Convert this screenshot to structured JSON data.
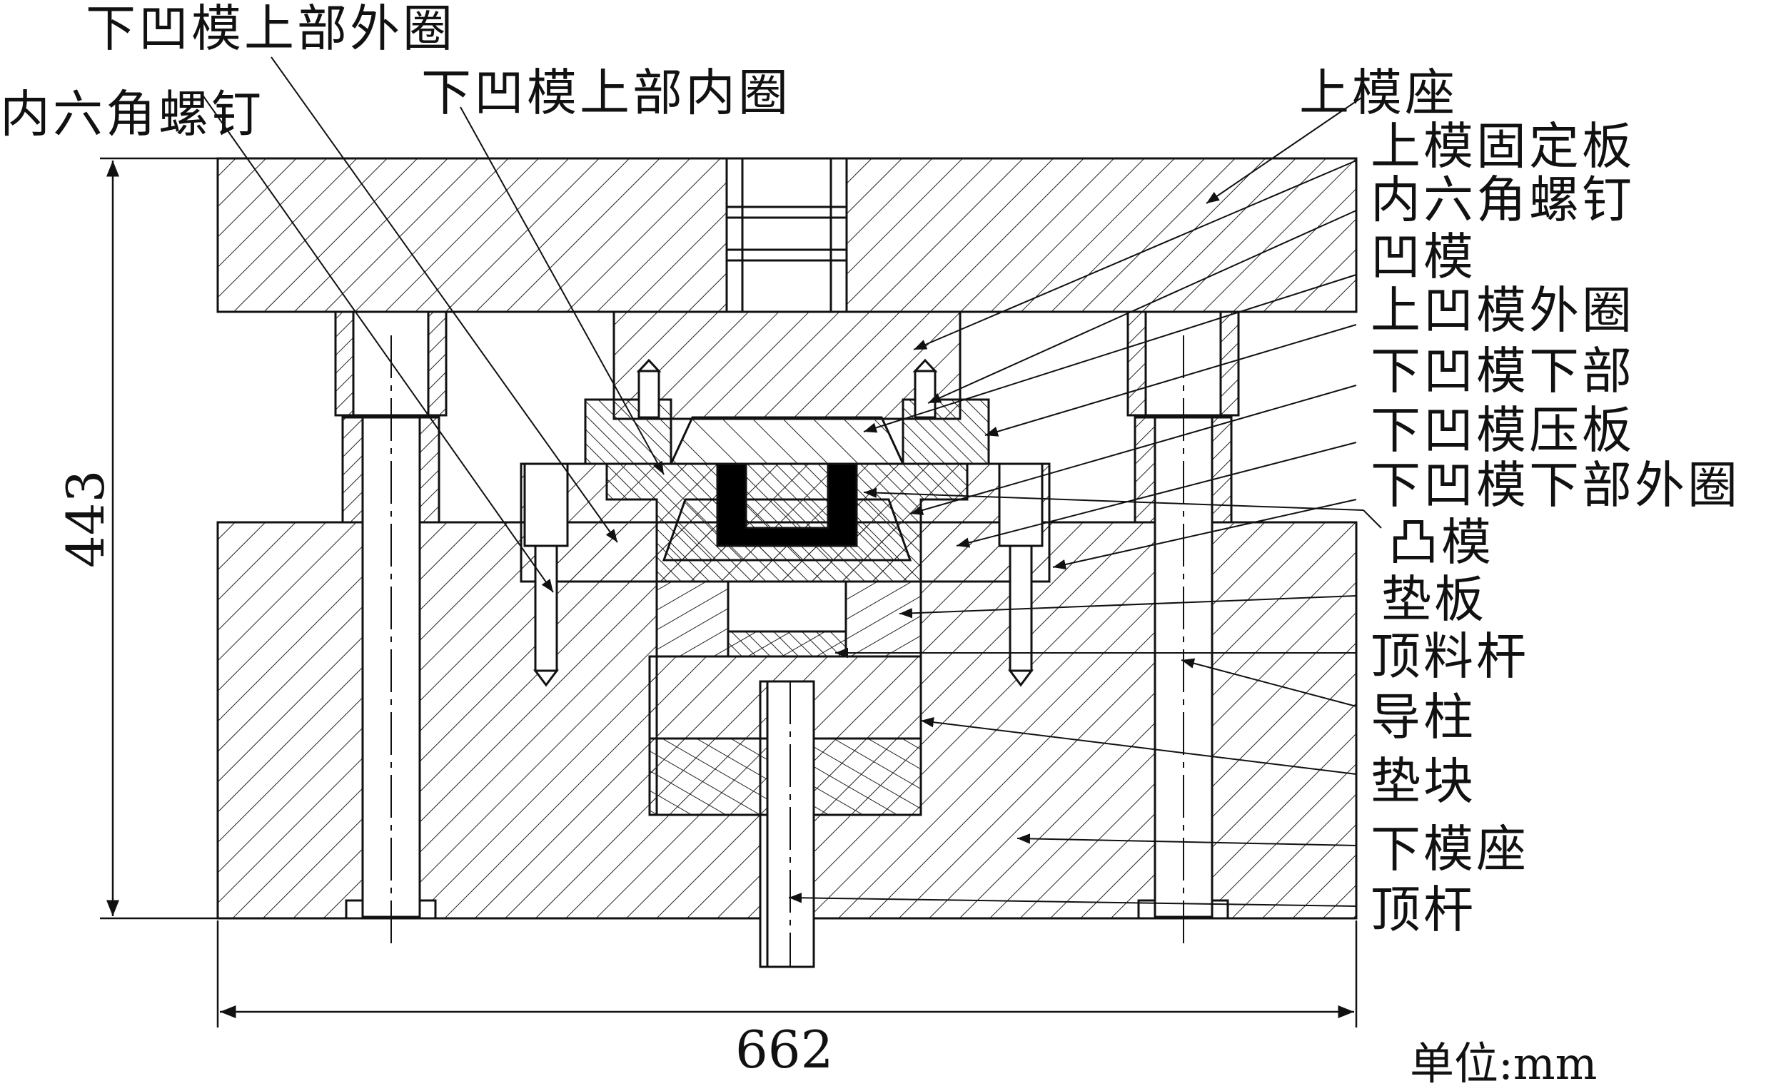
{
  "labels": {
    "lower_die_upper_outer": "下凹模上部外圈",
    "hex_screw_left": "内六角螺钉",
    "lower_die_upper_inner": "下凹模上部内圈",
    "upper_die_base": "上模座",
    "upper_die_fixing_plate": "上模固定板",
    "hex_screw_right": "内六角螺钉",
    "die": "凹模",
    "upper_die_outer_ring": "上凹模外圈",
    "lower_die_lower_part": "下凹模下部",
    "lower_die_press_plate": "下凹模压板",
    "lower_die_lower_outer": "下凹模下部外圈",
    "punch": "凸模",
    "backing_plate": "垫板",
    "ejector_rod": "顶料杆",
    "guide_pillar": "导柱",
    "spacer_block": "垫块",
    "lower_die_base": "下模座",
    "ejector_pin": "顶杆"
  },
  "dimensions": {
    "height": "443",
    "width": "662",
    "unit": "单位:mm"
  },
  "colors": {
    "line": "#111111",
    "part_fill": "#000000"
  }
}
